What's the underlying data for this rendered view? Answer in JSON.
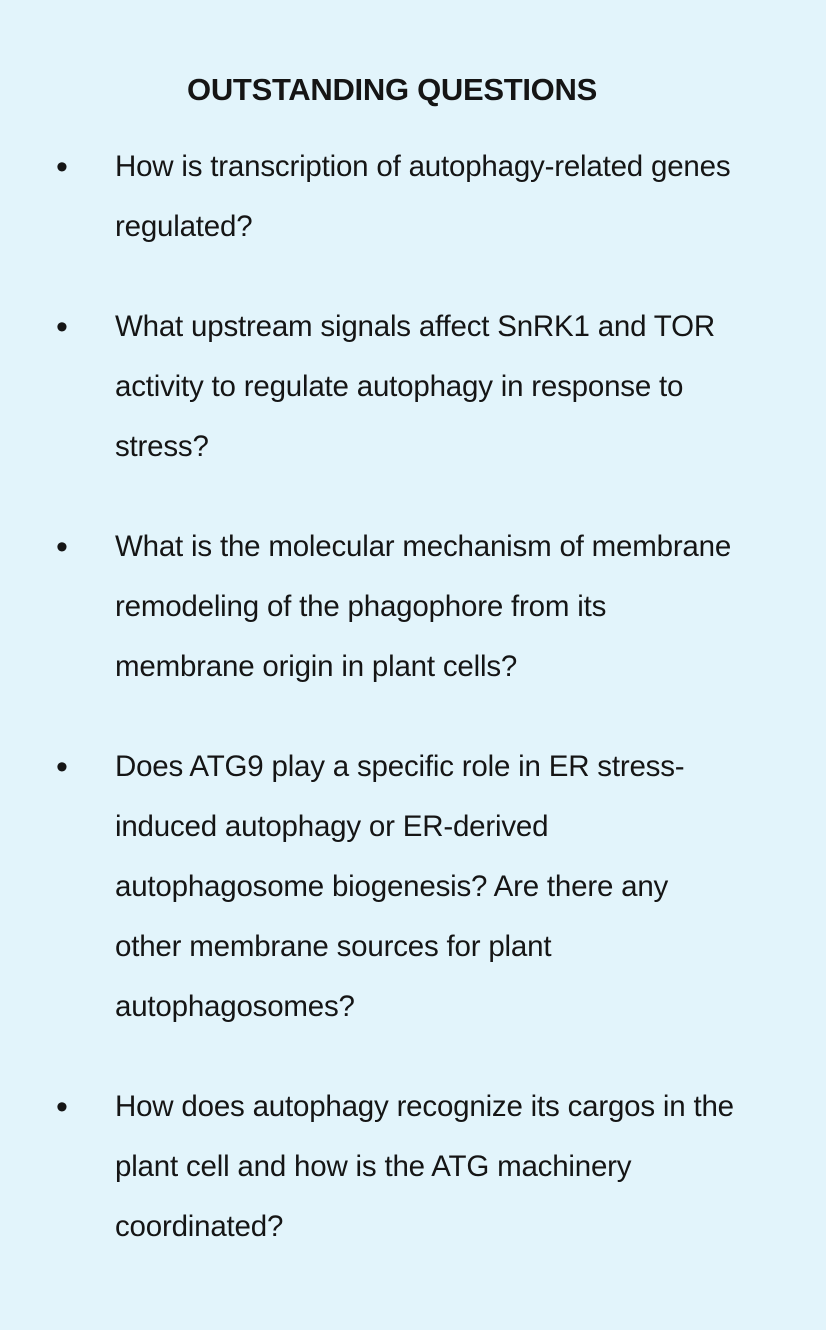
{
  "colors": {
    "background": "#e2f4fb",
    "text": "#151515"
  },
  "panel": {
    "title": "OUTSTANDING QUESTIONS",
    "bullet_glyph": "•",
    "questions": [
      {
        "lines": [
          "How is transcription of autophagy-related genes",
          "regulated?"
        ]
      },
      {
        "lines": [
          "What upstream signals affect SnRK1 and TOR",
          "activity to regulate autophagy in response to",
          "stress?"
        ]
      },
      {
        "lines": [
          "What is the molecular mechanism of membrane",
          "remodeling of the phagophore from its",
          "membrane origin in plant cells?"
        ]
      },
      {
        "lines": [
          "Does ATG9 play a specific role in ER stress-",
          "induced autophagy or ER-derived",
          "autophagosome biogenesis? Are there any",
          "other membrane sources for plant",
          "autophagosomes?"
        ]
      },
      {
        "lines": [
          "How does autophagy recognize its cargos in the",
          "plant cell and how is the ATG machinery",
          "coordinated?"
        ]
      }
    ]
  }
}
